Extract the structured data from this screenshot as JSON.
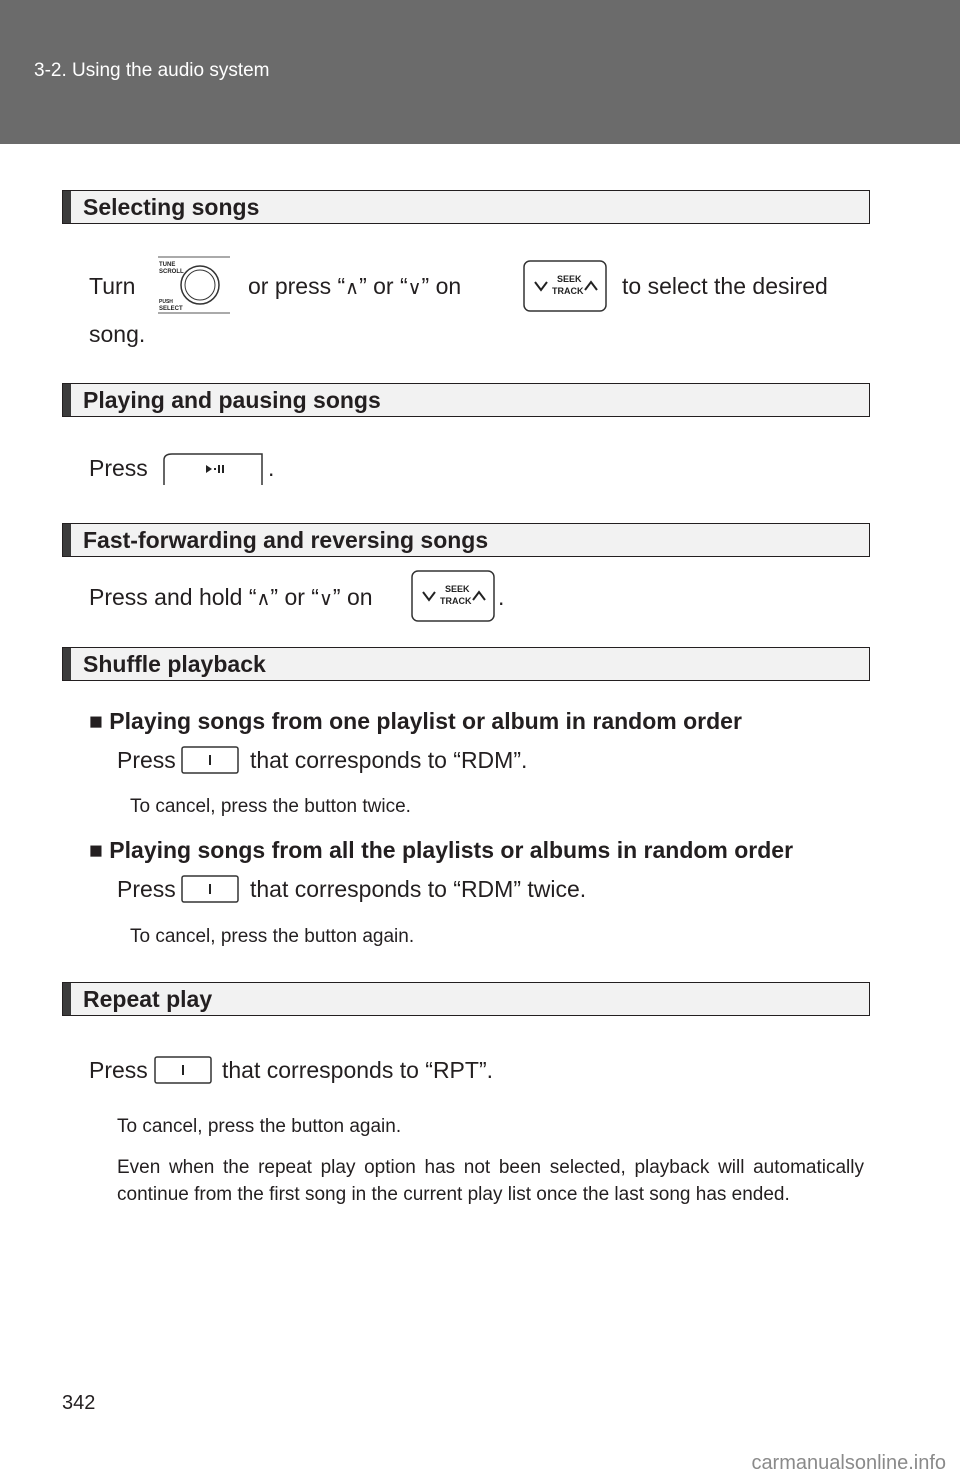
{
  "header": {
    "breadcrumb": "3-2. Using the audio system"
  },
  "sections": {
    "selecting": {
      "title": "Selecting songs",
      "t1": "Turn",
      "t2": "or press “",
      "t3": "” or “",
      "t4": "” on",
      "t5": "to select the desired",
      "t6": "song.",
      "knob_label_top": "TUNE SCROLL",
      "knob_label_bottom": "PUSH SELECT"
    },
    "playing": {
      "title": "Playing and pausing songs",
      "t1": "Press",
      "t2": "."
    },
    "fast": {
      "title": "Fast-forwarding and reversing songs",
      "t1": "Press and hold “",
      "t2": "” or “",
      "t3": "” on",
      "t4": "."
    },
    "shuffle": {
      "title": "Shuffle playback",
      "sub1": "Playing songs from one playlist or album in random order",
      "sub1_press": "Press",
      "sub1_rest": "that corresponds to “RDM”.",
      "sub1_note": "To cancel, press the button twice.",
      "sub2": "Playing songs from all the playlists or albums in random order",
      "sub2_press": "Press",
      "sub2_rest": "that corresponds to “RDM” twice.",
      "sub2_note": "To cancel, press the button again."
    },
    "repeat": {
      "title": "Repeat play",
      "press": "Press",
      "rest": "that corresponds to “RPT”.",
      "note1": "To cancel, press the button again.",
      "note2": "Even when the repeat play option has not been selected, playback will automatically continue from the first song in the current play list once the last song has ended."
    }
  },
  "seek_label_top": "SEEK",
  "seek_label_bottom": "TRACK",
  "up_symbol": "∧",
  "down_symbol": "∨",
  "square_bullet": "■",
  "page_number": "342",
  "watermark": "carmanualsonline.info"
}
